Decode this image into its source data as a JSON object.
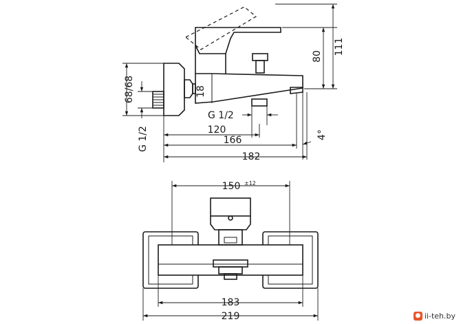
{
  "side_view": {
    "dim_height_total": "111",
    "dim_height_spout": "80",
    "dim_wall_connection": "68/68",
    "dim_wall_thread": "G 1/2",
    "dim_inlet_height": "18",
    "dim_outlet_thread": "G 1/2",
    "dim_depth_outlet": "120",
    "dim_depth_spout_tip": "166",
    "dim_depth_total": "182",
    "dim_spout_angle": "4°"
  },
  "front_view": {
    "dim_center_distance": "150",
    "dim_center_tolerance": "±12",
    "dim_body_width": "183",
    "dim_total_width": "219"
  },
  "watermark": {
    "text": "ii-teh.by",
    "icon": "site-logo-icon"
  }
}
